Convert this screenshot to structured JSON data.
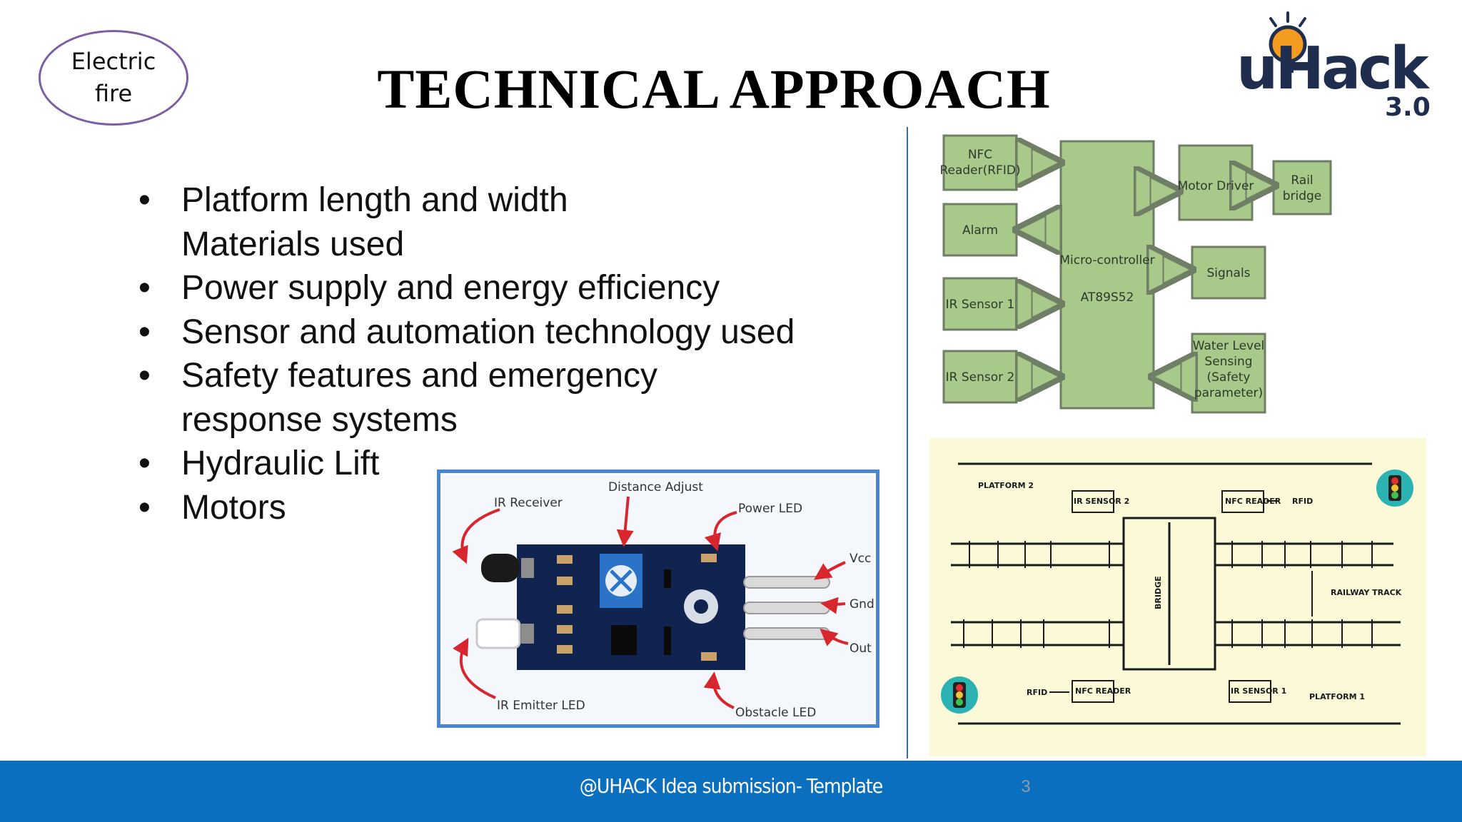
{
  "badge": {
    "text": "Electric\nfire"
  },
  "title": "TECHNICAL APPROACH",
  "logo": {
    "word": "uHack",
    "version": "3.0"
  },
  "bullets": [
    {
      "text": "Platform length and width",
      "marker": "•"
    },
    {
      "text": "Materials used",
      "marker": ""
    },
    {
      "text": "Power supply and energy efficiency",
      "marker": "•"
    },
    {
      "text": "Sensor and automation technology used",
      "marker": "•"
    },
    {
      "text": "Safety features and emergency response systems",
      "marker": "•"
    },
    {
      "text": "Hydraulic Lift",
      "marker": "•"
    },
    {
      "text": "Motors",
      "marker": "•"
    }
  ],
  "sensor_module": {
    "labels": {
      "ir_receiver": "IR Receiver",
      "distance_adjust": "Distance Adjust",
      "power_led": "Power LED",
      "vcc": "Vcc",
      "gnd": "Gnd",
      "out": "Out",
      "ir_emitter": "IR Emitter LED",
      "obstacle_led": "Obstacle LED"
    }
  },
  "block_diagram": {
    "inputs": [
      "NFC Reader(RFID)",
      "Alarm",
      "IR Sensor 1",
      "IR Sensor 2"
    ],
    "controller": [
      "Micro-controller",
      "AT89S52"
    ],
    "outputs": [
      "Motor Driver",
      "Signals",
      "Water Level Sensing (Safety parameter)"
    ],
    "rail_bridge": "Rail bridge"
  },
  "track_layout": {
    "platform_2": "PLATFORM 2",
    "platform_1": "PLATFORM 1",
    "ir_sensor_2": "IR SENSOR 2",
    "ir_sensor_1": "IR SENSOR 1",
    "nfc_reader_top": "NFC READER",
    "nfc_reader_bottom": "NFC READER",
    "rfid_top": "RFID",
    "rfid_bottom": "RFID",
    "bridge": "BRIDGE",
    "railway_track": "RAILWAY TRACK"
  },
  "footer": {
    "text": "@UHACK Idea submission- Template",
    "page": "3"
  },
  "colors": {
    "footer": "#0a6fbe",
    "badge_border": "#7b5fa4",
    "block_fill": "#a9c98a",
    "accent_orange": "#f39c1f",
    "logo_navy": "#1f2d4e"
  }
}
